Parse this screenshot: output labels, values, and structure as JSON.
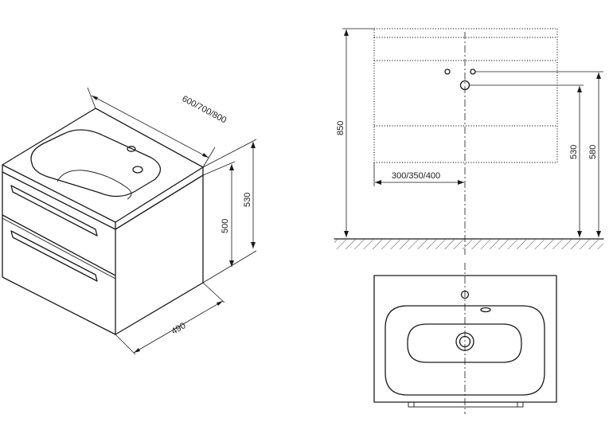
{
  "dimensions": {
    "width_options": "600/700/800",
    "depth": "490",
    "cabinet_height": "500",
    "total_height_iso": "530",
    "height_floor": "850",
    "height_530": "530",
    "height_580": "580",
    "offset_center": "300/350/400"
  }
}
